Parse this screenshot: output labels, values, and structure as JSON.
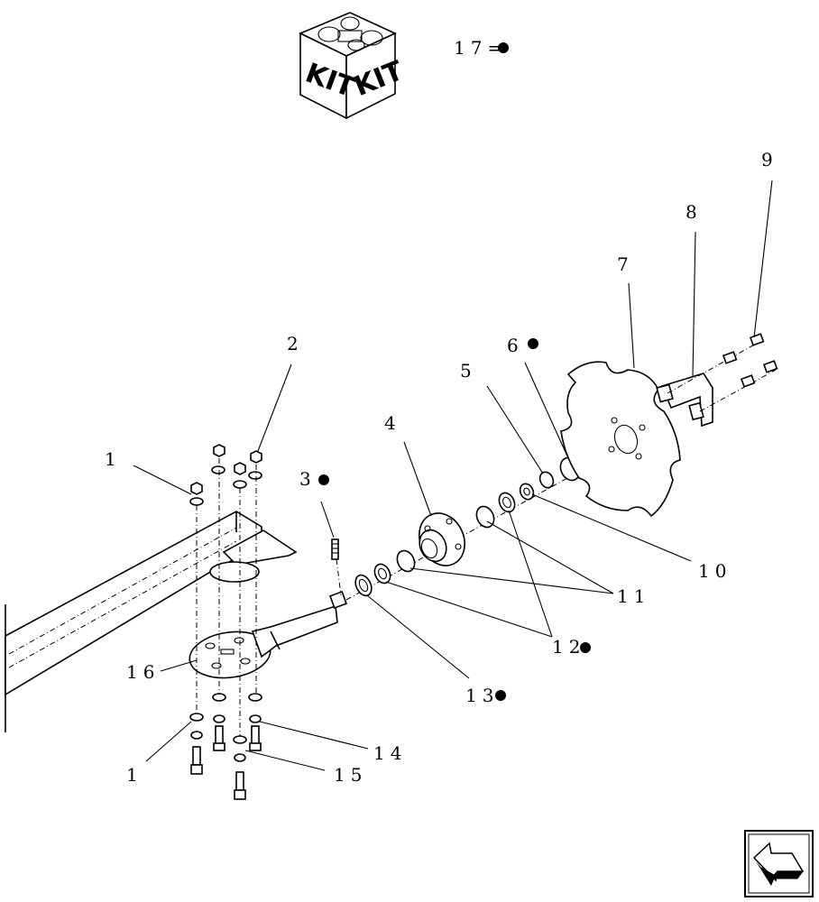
{
  "kit": {
    "label_left": "KIT",
    "label_right": "KIT",
    "note_number": "17=",
    "note_symbol": "●"
  },
  "callouts": [
    {
      "id": "c1a",
      "text": "1"
    },
    {
      "id": "c1b",
      "text": "1"
    },
    {
      "id": "c2",
      "text": "2"
    },
    {
      "id": "c3",
      "text": "3"
    },
    {
      "id": "c4",
      "text": "4"
    },
    {
      "id": "c5",
      "text": "5"
    },
    {
      "id": "c6",
      "text": "6"
    },
    {
      "id": "c7",
      "text": "7"
    },
    {
      "id": "c8",
      "text": "8"
    },
    {
      "id": "c9",
      "text": "9"
    },
    {
      "id": "c10",
      "text": "10"
    },
    {
      "id": "c11",
      "text": "11"
    },
    {
      "id": "c12",
      "text": "12"
    },
    {
      "id": "c13",
      "text": "13"
    },
    {
      "id": "c14",
      "text": "14"
    },
    {
      "id": "c15",
      "text": "15"
    },
    {
      "id": "c16",
      "text": "16"
    }
  ],
  "kit_marked_items": [
    "3",
    "6",
    "12",
    "13"
  ],
  "nav": {
    "icon": "next-page-arrow-icon"
  }
}
